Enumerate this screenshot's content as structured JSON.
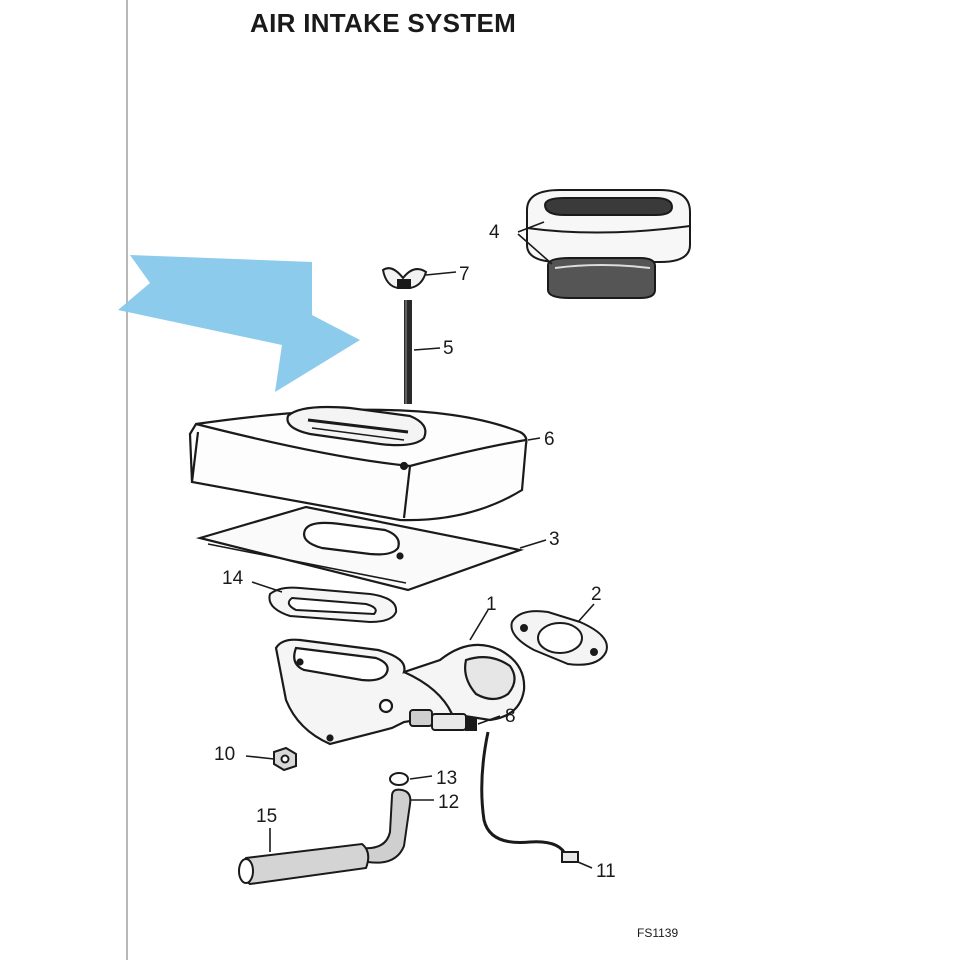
{
  "title": "AIR INTAKE SYSTEM",
  "figure_code": "FS1139",
  "colors": {
    "ink": "#1a1a1a",
    "highlight_arrow": "#86c8ea",
    "page_edge": "#b8b8b8"
  },
  "highlighted_part": "5",
  "callouts": {
    "c1": "1",
    "c2": "2",
    "c3": "3",
    "c4": "4",
    "c5": "5",
    "c6": "6",
    "c7": "7",
    "c8": "8",
    "c10": "10",
    "c11": "11",
    "c12": "12",
    "c13": "13",
    "c14": "14",
    "c15": "15"
  }
}
